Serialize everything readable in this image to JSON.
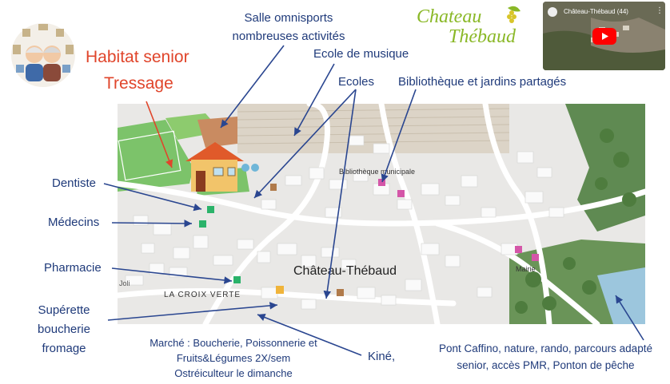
{
  "header": {
    "title_line1": "Habitat senior",
    "title_line2": "Tressage",
    "logo_line1": "Chateau",
    "logo_line2": "Thébaud"
  },
  "video": {
    "title": "Château-Thébaud (44)"
  },
  "map": {
    "town_label": "Château-Thébaud",
    "library_label": "Bibliothèque municipale",
    "street_label": "LA CROIX VERTE",
    "mairie_label": "Mairie",
    "joli_label": "Joli"
  },
  "callouts": {
    "salle": "Salle omnisports",
    "salle2": "nombreuses activités",
    "ecole_musique": "Ecole de musique",
    "ecoles": "Ecoles",
    "bibliotheque": "Bibliothèque et jardins partagés",
    "dentiste": "Dentiste",
    "medecins": "Médecins",
    "pharmacie": "Pharmacie",
    "superette1": "Supérette",
    "superette2": "boucherie",
    "superette3": "fromage",
    "marche1": "Marché : Boucherie, Poissonnerie et",
    "marche2": "Fruits&Légumes 2X/sem",
    "marche3": "Ostréiculteur le dimanche",
    "kine": "Kiné,",
    "pont1": "Pont Caffino, nature, rando, parcours adapté",
    "pont2": "senior, accès PMR, Ponton de pêche"
  },
  "colors": {
    "title": "#e0452b",
    "label": "#1f3a7a",
    "arrow": "#2a4690",
    "logo_green": "#8ab827"
  }
}
